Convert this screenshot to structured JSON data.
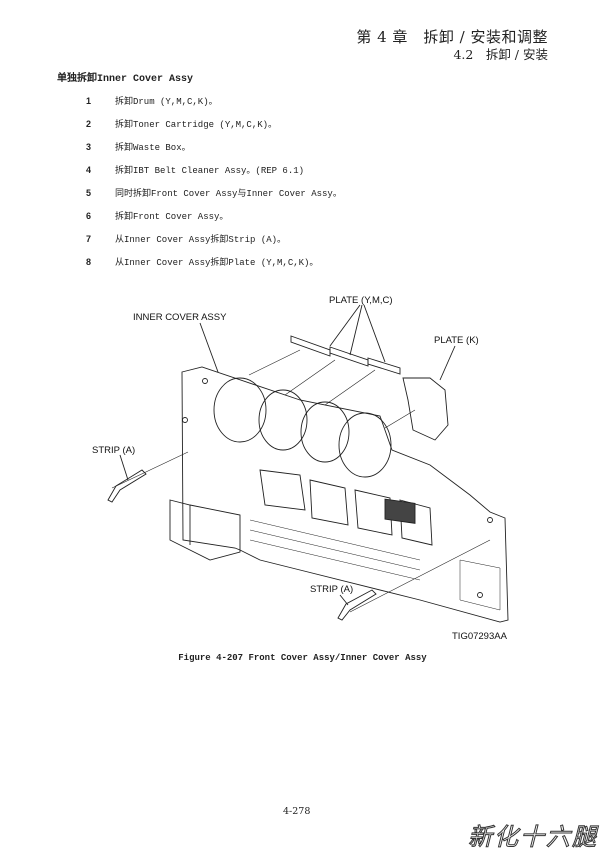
{
  "header": {
    "chapter": "第 4 章　拆卸 / 安装和调整",
    "section": "4.2　拆卸 / 安装"
  },
  "procedure": {
    "title": "单独拆卸Inner Cover Assy",
    "steps": [
      {
        "num": "1",
        "text": "拆卸Drum (Y,M,C,K)。"
      },
      {
        "num": "2",
        "text": "拆卸Toner Cartridge (Y,M,C,K)。"
      },
      {
        "num": "3",
        "text": "拆卸Waste Box。"
      },
      {
        "num": "4",
        "text": "拆卸IBT Belt Cleaner Assy。(REP 6.1)"
      },
      {
        "num": "5",
        "text": "同时拆卸Front Cover Assy与Inner Cover Assy。"
      },
      {
        "num": "6",
        "text": "拆卸Front Cover Assy。"
      },
      {
        "num": "7",
        "text": "从Inner Cover Assy拆卸Strip (A)。"
      },
      {
        "num": "8",
        "text": "从Inner Cover Assy拆卸Plate (Y,M,C,K)。"
      }
    ]
  },
  "figure": {
    "labels": {
      "plate_ymc": "PLATE (Y,M,C)",
      "inner_cover": "INNER COVER ASSY",
      "plate_k": "PLATE (K)",
      "strip_a_left": "STRIP (A)",
      "strip_a_bottom": "STRIP (A)",
      "figure_id": "TIG07293AA"
    },
    "caption": "Figure 4-207 Front Cover Assy/Inner Cover Assy"
  },
  "footer": {
    "page_number": "4-278",
    "watermark": "新化十六腿"
  }
}
